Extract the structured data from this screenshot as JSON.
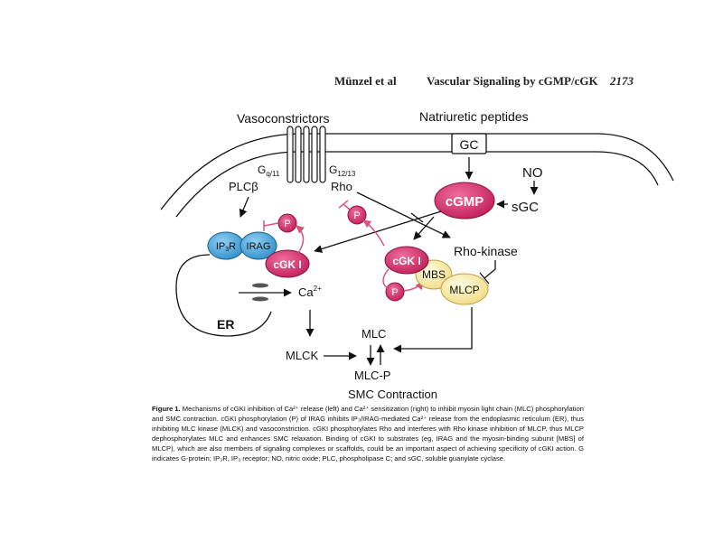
{
  "header": {
    "authors": "Münzel et al",
    "title": "Vascular Signaling by cGMP/cGK",
    "page": "2173"
  },
  "figure": {
    "vasoconstrictors": "Vasoconstrictors",
    "natriuretic_peptides": "Natriuretic peptides",
    "gq11": "G",
    "gq11_sub": "q/11",
    "plcb": "PLCβ",
    "g1213": "G",
    "g1213_sub": "12/13",
    "rho": "Rho",
    "gc": "GC",
    "no": "NO",
    "cgmp": "cGMP",
    "sgc": "sGC",
    "ip3r": "IP",
    "ip3r_sub": "3",
    "ip3r_end": "R",
    "irag": "IRAG",
    "cgk_left": "cGK I",
    "cgk_mid": "cGK I",
    "p1": "P",
    "p2": "P",
    "p3": "P",
    "rho_kinase": "Rho-kinase",
    "mbs": "MBS",
    "mlcp": "MLCP",
    "ca": "Ca",
    "ca_sup": "2+",
    "er": "ER",
    "mlck": "MLCK",
    "mlc": "MLC",
    "mlcp_phos": "MLC-P",
    "smc": "SMC Contraction"
  },
  "caption": {
    "label": "Figure 1.",
    "text": "Mechanisms of cGKI inhibition of Ca²⁺ release (left) and Ca²⁺ sensitization (right) to inhibit myosin light chain (MLC) phosphorylation and SMC contraction. cGKI phosphorylation (P) of IRAG inhibits IP₃/IRAG-mediated Ca²⁺ release from the endoplasmic reticulum (ER), thus inhibiting MLC kinase (MLCK) and vasoconstriction. cGKI phosphorylates Rho and interferes with Rho kinase inhibition of MLCP, thus MLCP dephosphorylates MLC and enhances SMC relaxation. Binding of cGKI to substrates (eg, IRAG and the myosin-binding subunit [MBS] of MLCP), which are also members of signaling complexes or scaffolds, could be an important aspect of achieving specificity of cGKI action. G indicates G-protein; IP₃R, IP₃ receptor; NO, nitric oxide; PLC, phospholipase C; and sGC, soluble guanylate cyclase."
  },
  "colors": {
    "blue": "#3a9fd6",
    "yellow": "#fbefb1",
    "magenta": "#d2326e",
    "pink_arrow": "#d4557e"
  }
}
